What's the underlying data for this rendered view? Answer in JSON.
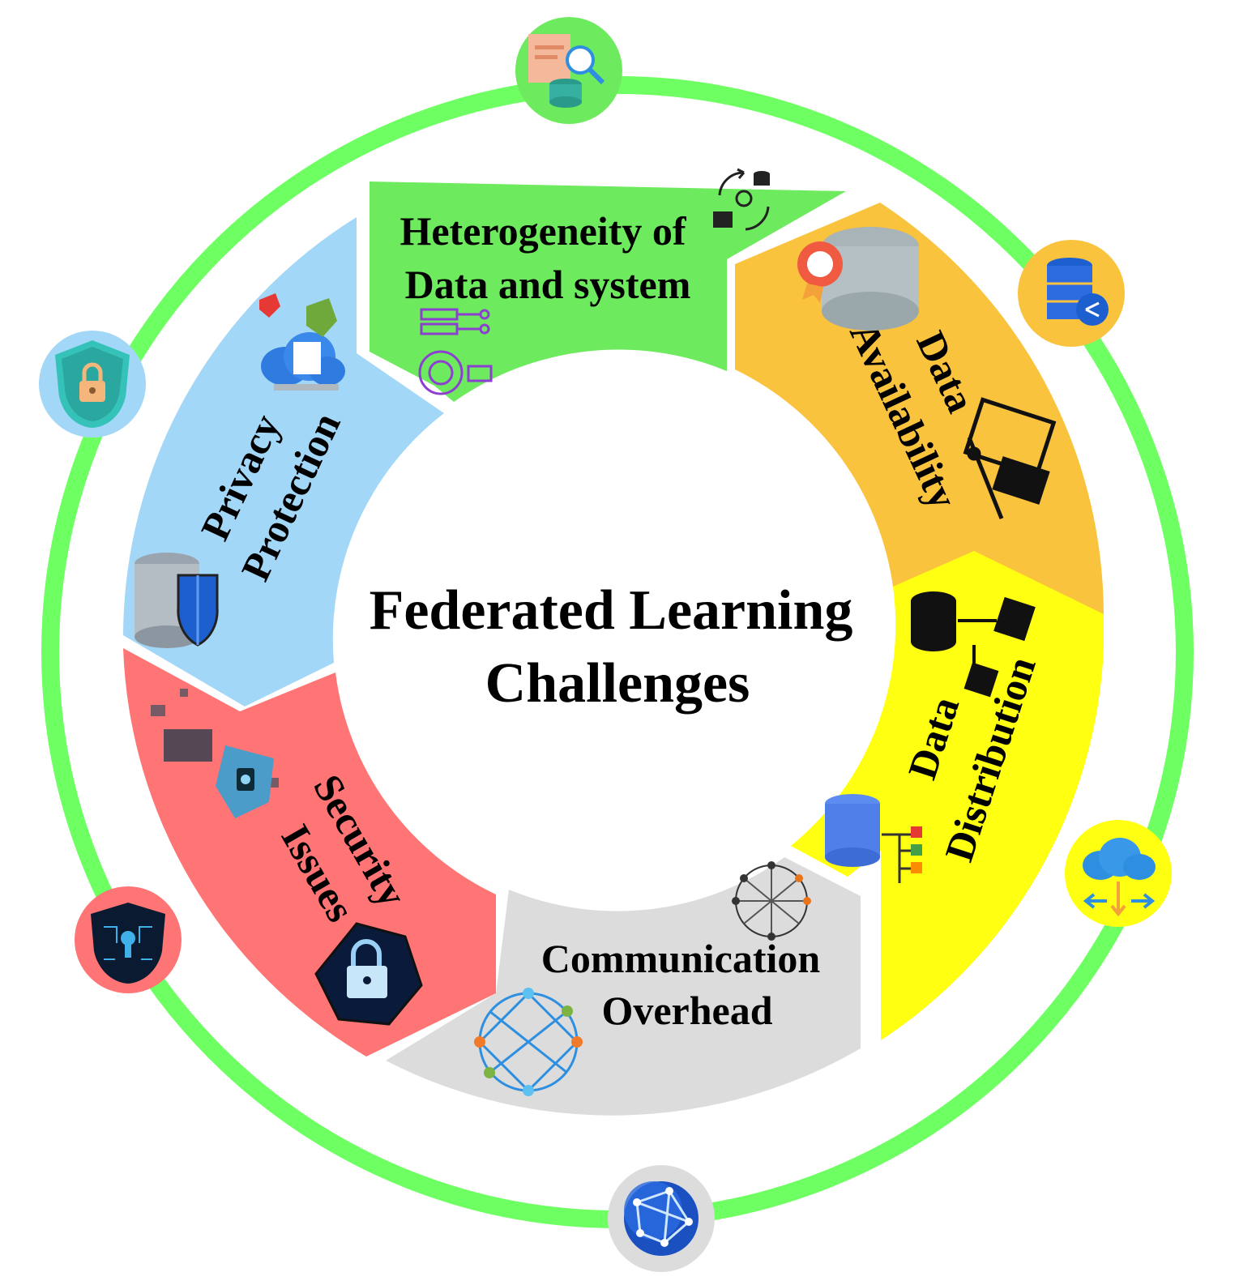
{
  "center": {
    "line1": "Federated Learning",
    "line2": "Challenges"
  },
  "segments": [
    {
      "id": "heterogeneity",
      "line1": "Heterogeneity of",
      "line2": "Data and system",
      "color": "#6EEA5E",
      "icons": [
        "cycle-gear-icon",
        "server-check-icon"
      ]
    },
    {
      "id": "availability",
      "line1": "Data",
      "line2": "Availability",
      "color": "#F9C33E",
      "icons": [
        "database-badge-icon",
        "document-folder-icon"
      ]
    },
    {
      "id": "distribution",
      "line1": "Data",
      "line2": "Distribution",
      "color": "#FFFF11",
      "icons": [
        "server-network-icon",
        "database-tree-icon"
      ]
    },
    {
      "id": "communication",
      "line1": "Communication",
      "line2": "Overhead",
      "color": "#DCDCDC",
      "icons": [
        "network-sphere-icon",
        "network-ring-icon"
      ]
    },
    {
      "id": "security",
      "line1": "Security",
      "line2": "Issues",
      "color": "#FF7474",
      "icons": [
        "digital-lock-icon",
        "hexagon-lock-icon"
      ]
    },
    {
      "id": "privacy",
      "line1": "Privacy",
      "line2": "Protection",
      "color": "#A3D7F7",
      "icons": [
        "cloud-shield-icon",
        "database-shield-icon"
      ]
    }
  ],
  "outer_ring": {
    "color": "#6EFF62",
    "badges": [
      {
        "name": "document-search-icon",
        "color": "#6EEA5E"
      },
      {
        "name": "database-share-icon",
        "color": "#F9C33E"
      },
      {
        "name": "cloud-transfer-icon",
        "color": "#FFFF11"
      },
      {
        "name": "globe-network-icon",
        "color": "#DCDCDC"
      },
      {
        "name": "circuit-lock-icon",
        "color": "#FF7474"
      },
      {
        "name": "shield-lock-icon",
        "color": "#A3D7F7"
      }
    ]
  }
}
